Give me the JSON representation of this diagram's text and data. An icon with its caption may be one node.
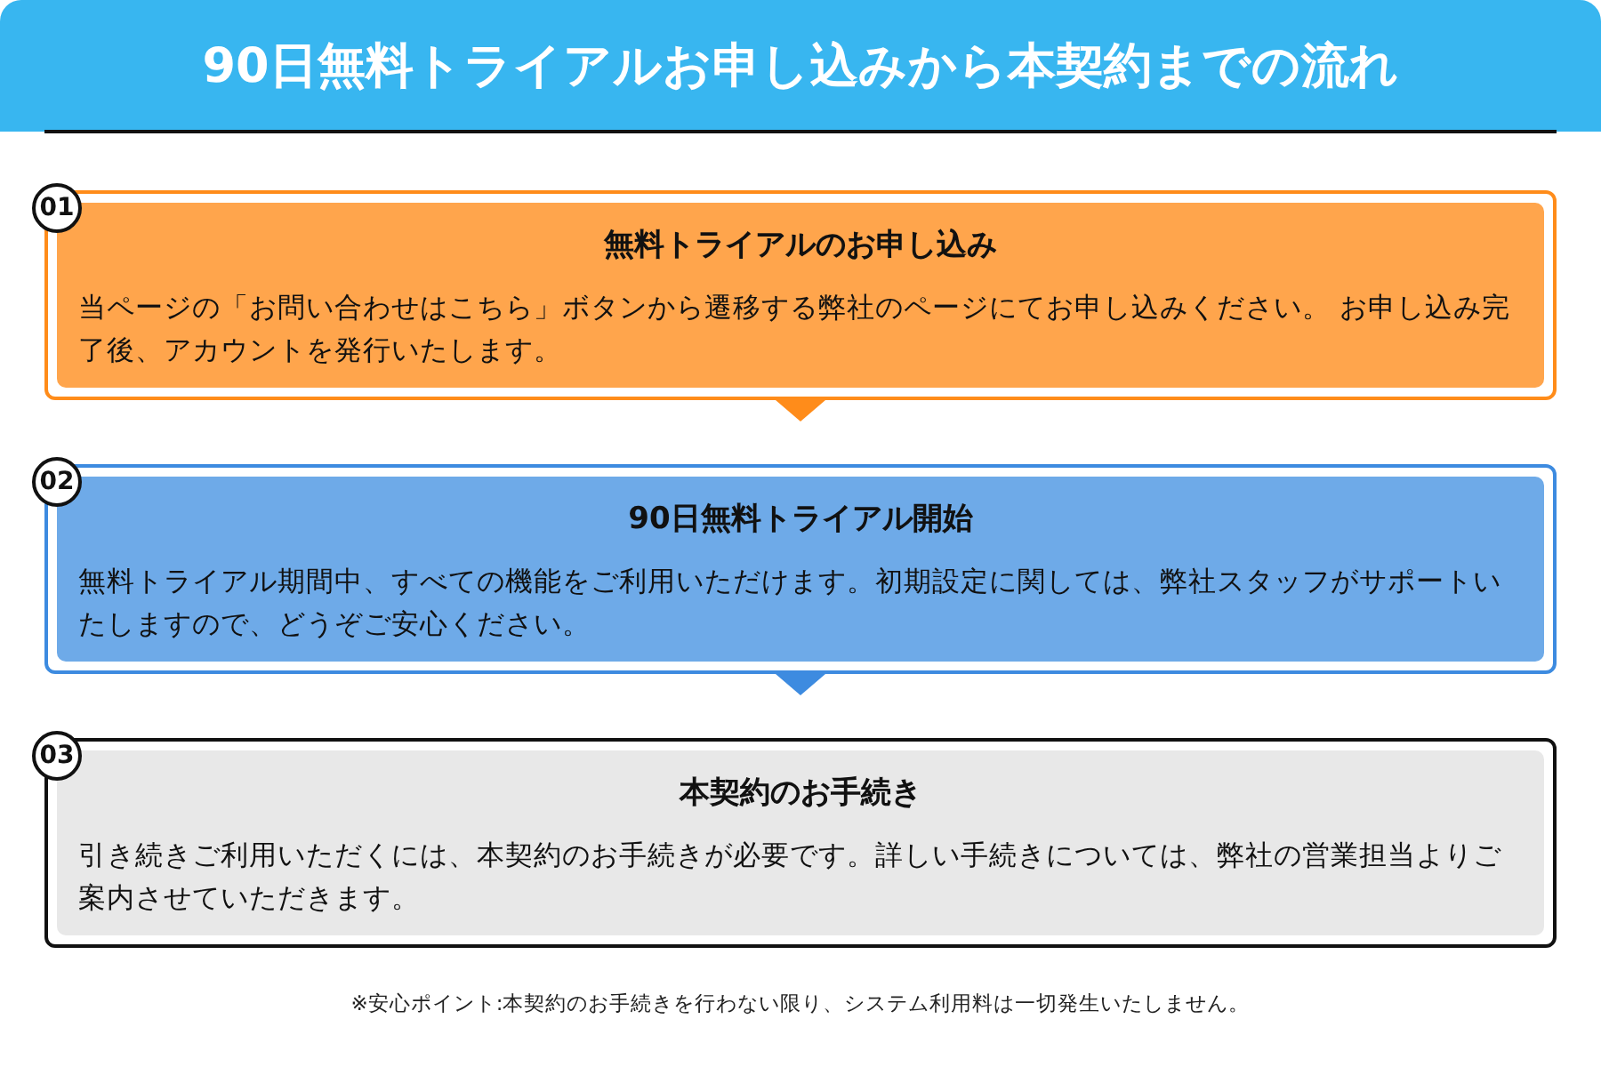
{
  "diagram": {
    "title": "90日無料トライアルお申し込みから本契約までの流れ",
    "nodes": [
      {
        "text": [
          "01"
        ]
      },
      {
        "text": [
          "無料トライアルのお申し込み",
          "当ページの「お問い合わせはこちら」ボタンから遷移する弊社のページにてお申し込みください。 お申し込み完了後、アカウントを発行いたします。"
        ]
      },
      {
        "text": [
          "02"
        ]
      },
      {
        "text": [
          "90日無料トライアル開始",
          "無料トライアル期間中、すべての機能をご利用いただけます。初期設定に関しては、弊社スタッフがサポートいたしますので、どうぞご安心ください。"
        ]
      },
      {
        "text": [
          "03"
        ]
      },
      {
        "text": [
          "本契約のお手続き",
          "引き続きご利用いただくには、本契約のお手続きが必要です。詳しい手続きについては、弊社の営業担当よりご案内させていただきます。"
        ]
      }
    ],
    "edges": [
      {
        "from": 1,
        "to": 3,
        "arrow": "to",
        "color": "#ff8c1a"
      },
      {
        "from": 3,
        "to": 5,
        "arrow": "to",
        "color": "#3d8be0"
      }
    ],
    "labels": [
      "※安心ポイント:本契約のお手続きを行わない限り、システム利用料は一切発生いたしません。"
    ]
  }
}
